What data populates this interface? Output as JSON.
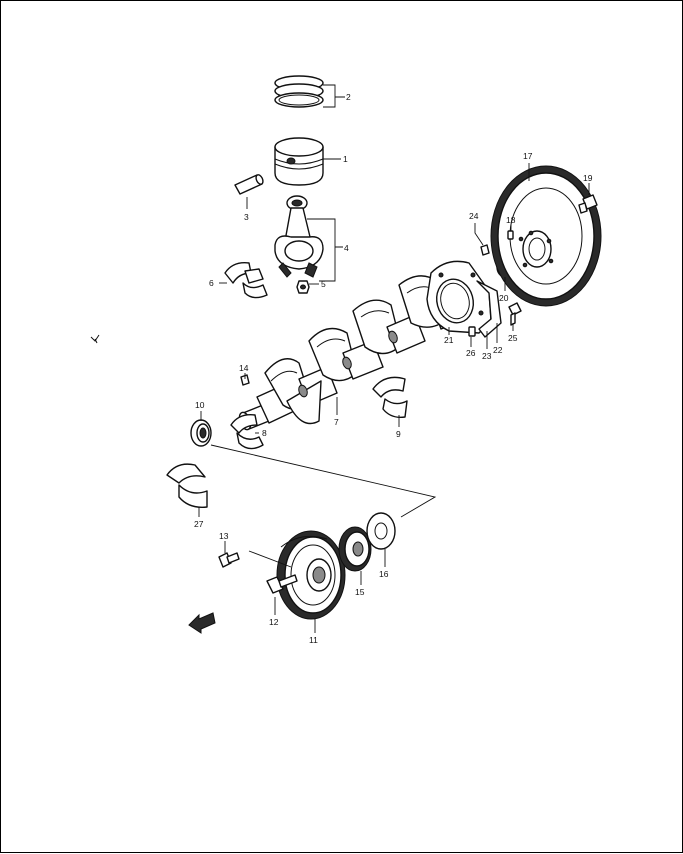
{
  "callouts": [
    {
      "id": "1",
      "text": "1"
    },
    {
      "id": "2",
      "text": "2"
    },
    {
      "id": "3",
      "text": "3"
    },
    {
      "id": "4",
      "text": "4"
    },
    {
      "id": "5",
      "text": "5"
    },
    {
      "id": "6",
      "text": "6"
    },
    {
      "id": "7",
      "text": "7"
    },
    {
      "id": "8",
      "text": "8"
    },
    {
      "id": "9",
      "text": "9"
    },
    {
      "id": "10",
      "text": "10"
    },
    {
      "id": "11",
      "text": "11"
    },
    {
      "id": "12",
      "text": "12"
    },
    {
      "id": "13",
      "text": "13"
    },
    {
      "id": "14",
      "text": "14"
    },
    {
      "id": "15",
      "text": "15"
    },
    {
      "id": "16",
      "text": "16"
    },
    {
      "id": "17",
      "text": "17"
    },
    {
      "id": "18",
      "text": "18"
    },
    {
      "id": "19",
      "text": "19"
    },
    {
      "id": "20",
      "text": "20"
    },
    {
      "id": "21",
      "text": "21"
    },
    {
      "id": "22",
      "text": "22"
    },
    {
      "id": "23",
      "text": "23"
    },
    {
      "id": "24",
      "text": "24"
    },
    {
      "id": "25",
      "text": "25"
    },
    {
      "id": "26",
      "text": "26"
    },
    {
      "id": "27",
      "text": "27"
    }
  ],
  "icons": {
    "front_arrow": "front-direction-arrow-icon",
    "page_mark": "scan-mark-icon"
  }
}
